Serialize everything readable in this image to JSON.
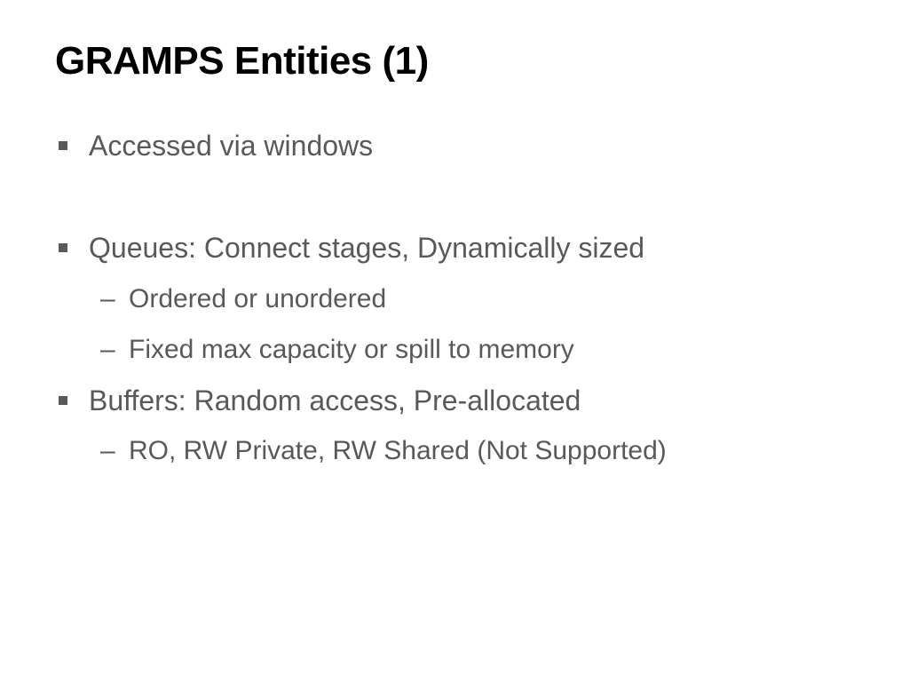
{
  "slide": {
    "title": "GRAMPS Entities (1)",
    "bullets": [
      {
        "level": 1,
        "text": "Accessed via windows"
      },
      {
        "level": 1,
        "text": "Queues: Connect stages, Dynamically sized"
      },
      {
        "level": 2,
        "marker": "–",
        "text": "Ordered or unordered"
      },
      {
        "level": 2,
        "marker": "–",
        "text": "Fixed max capacity or spill to memory"
      },
      {
        "level": 1,
        "text": "Buffers: Random access, Pre-allocated"
      },
      {
        "level": 2,
        "marker": "–",
        "text": "RO, RW Private, RW Shared (Not Supported)"
      }
    ],
    "colors": {
      "title": "#000000",
      "body": "#595959",
      "background": "#ffffff"
    },
    "icons": {
      "level1_marker": "square-bullet-icon"
    }
  }
}
